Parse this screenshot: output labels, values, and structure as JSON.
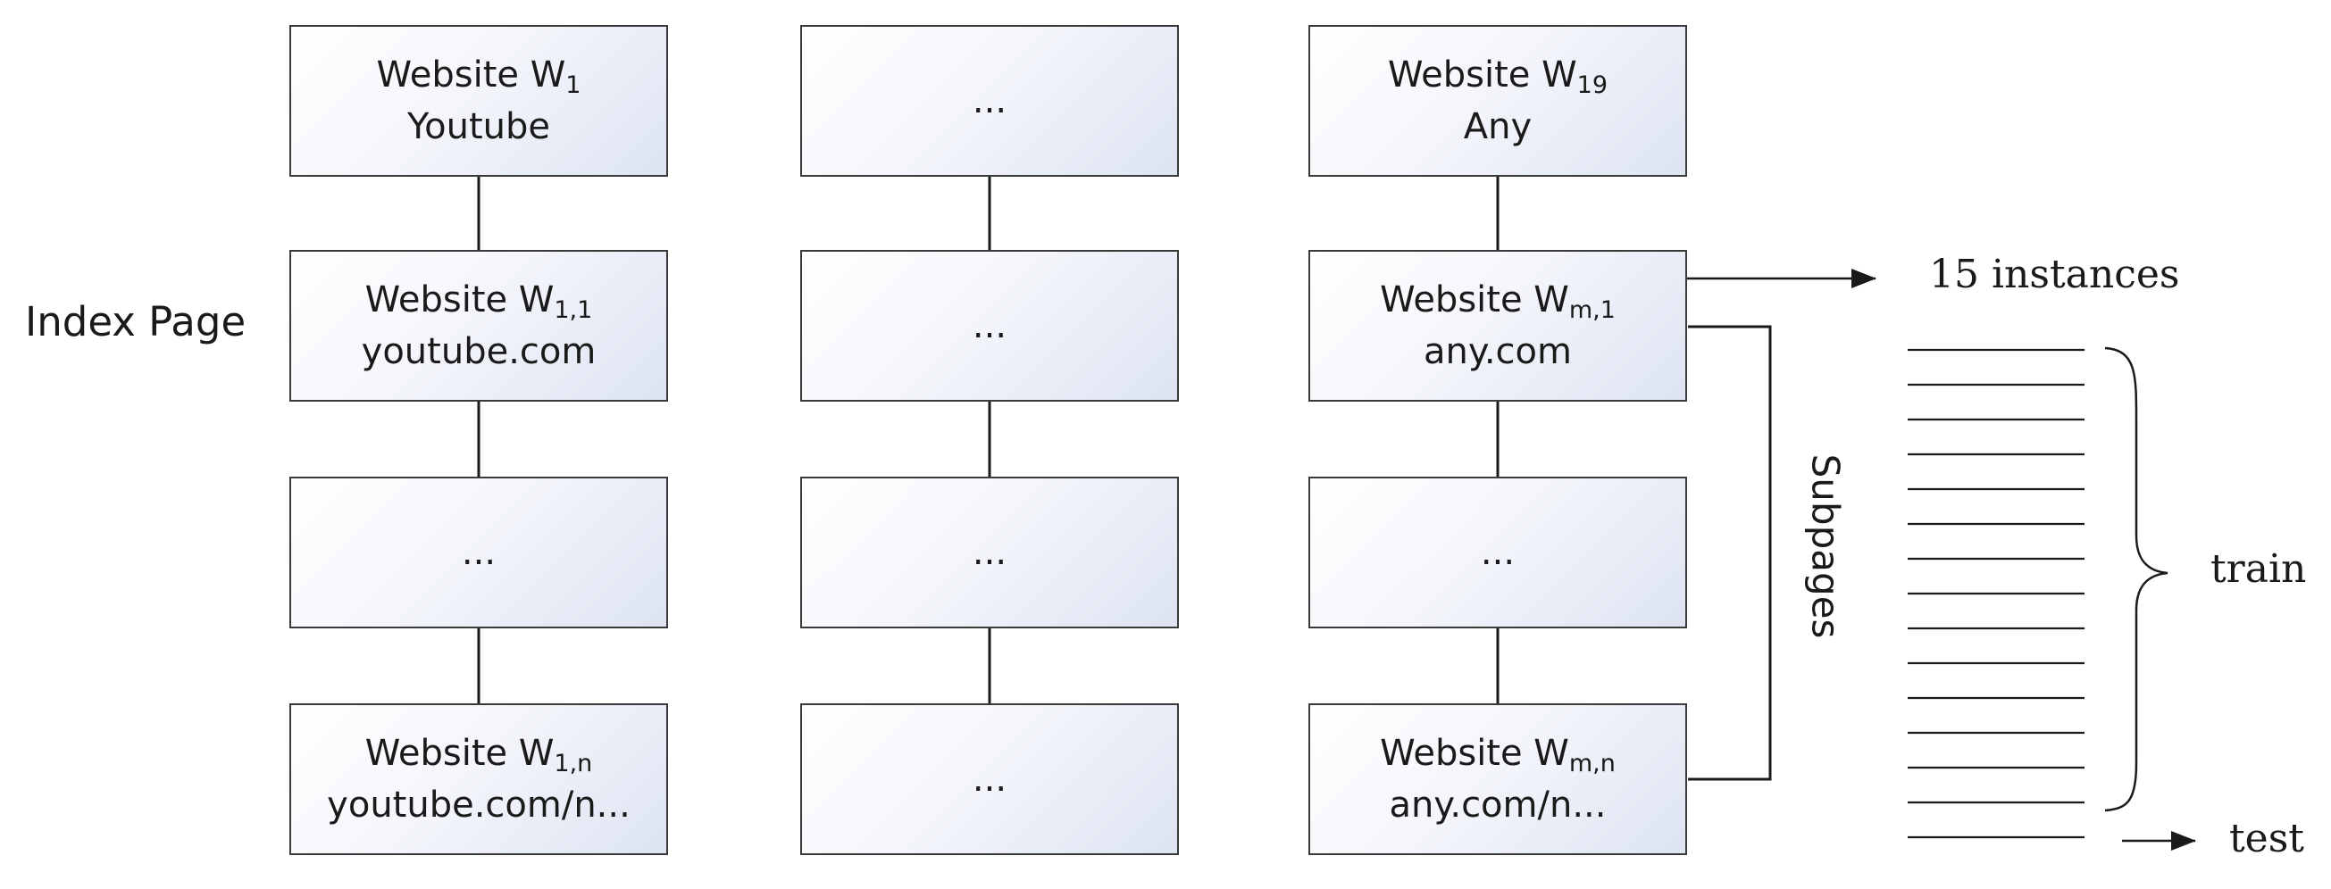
{
  "side_label": "Index Page",
  "columns": [
    {
      "boxes": [
        {
          "main": "Website W",
          "sub": "1",
          "line2": "Youtube"
        },
        {
          "main": "Website W",
          "sub": "1,1",
          "line2": "youtube.com"
        },
        {
          "main": "...",
          "sub": "",
          "line2": ""
        },
        {
          "main": "Website W",
          "sub": "1,n",
          "line2": "youtube.com/n..."
        }
      ]
    },
    {
      "boxes": [
        {
          "main": "...",
          "sub": "",
          "line2": ""
        },
        {
          "main": "...",
          "sub": "",
          "line2": ""
        },
        {
          "main": "...",
          "sub": "",
          "line2": ""
        },
        {
          "main": "...",
          "sub": "",
          "line2": ""
        }
      ]
    },
    {
      "boxes": [
        {
          "main": "Website W",
          "sub": "19",
          "line2": "Any"
        },
        {
          "main": "Website W",
          "sub": "m,1",
          "line2": "any.com"
        },
        {
          "main": "...",
          "sub": "",
          "line2": ""
        },
        {
          "main": "Website W",
          "sub": "m,n",
          "line2": "any.com/n..."
        }
      ]
    }
  ],
  "subpages_label": "Subpages",
  "instances_label": "15 instances",
  "train_label": "train",
  "test_label": "test"
}
